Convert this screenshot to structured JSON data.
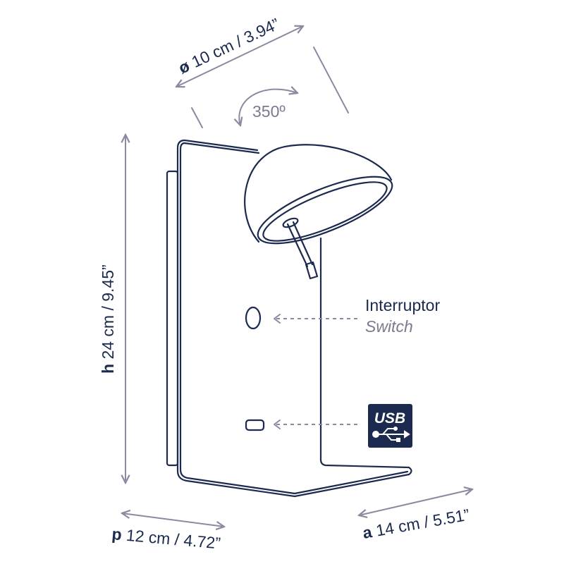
{
  "dimensions": {
    "diameter": {
      "prefix": "ø",
      "value": " 10 cm / 3.94”"
    },
    "rotation": "350º",
    "height": {
      "prefix": "h",
      "value": " 24 cm / 9.45”"
    },
    "depth": {
      "prefix": "p",
      "value": " 12 cm / 4.72”"
    },
    "width": {
      "prefix": "a",
      "value": " 14 cm / 5.51”"
    }
  },
  "callouts": {
    "switch": {
      "label": "Interruptor",
      "sublabel": "Switch"
    },
    "usb": {
      "badge": "USB"
    }
  },
  "colors": {
    "line": "#1b2a4e",
    "dimension": "#8a8aa0"
  }
}
